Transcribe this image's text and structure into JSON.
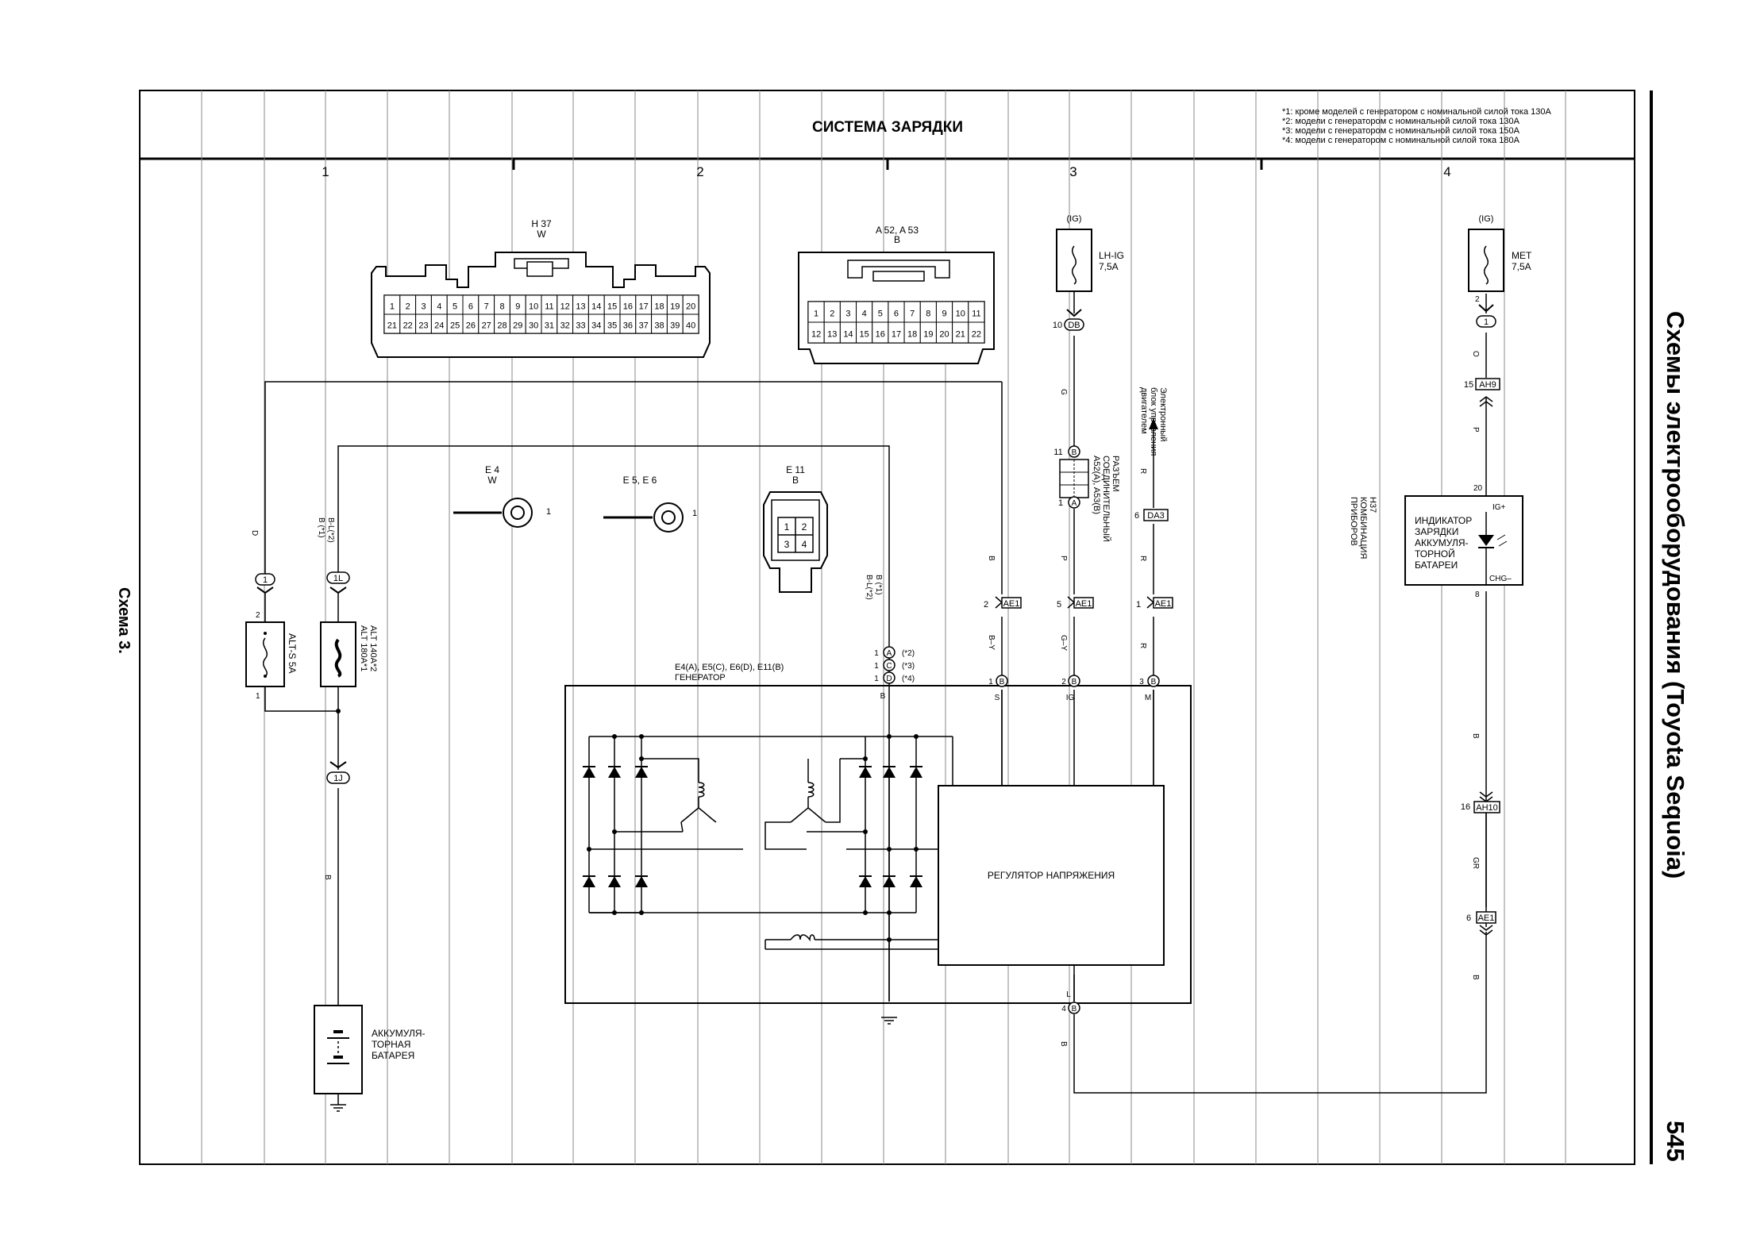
{
  "header": {
    "title": "СИСТЕМА ЗАРЯДКИ",
    "notes": [
      "*1: кроме моделей с генератором с номинальной силой тока 130A",
      "*2: модели с генератором с номинальной силой тока 130A",
      "*3: модели с генератором с номинальной силой тока 150A",
      "*4: модели с генератором с номинальной силой тока 180A"
    ],
    "columns": [
      "1",
      "2",
      "3",
      "4"
    ]
  },
  "side": {
    "book_title": "Схемы электрооборудования (Toyota Sequoia)",
    "page_number": "545",
    "scheme_label": "Схема 3."
  },
  "connectors": {
    "h37": {
      "name": "H 37",
      "color": "W",
      "pins_row1": [
        "1",
        "2",
        "3",
        "4",
        "5",
        "6",
        "7",
        "8",
        "9",
        "10",
        "11",
        "12",
        "13",
        "14",
        "15",
        "16",
        "17",
        "18",
        "19",
        "20"
      ],
      "pins_row2": [
        "21",
        "22",
        "23",
        "24",
        "25",
        "26",
        "27",
        "28",
        "29",
        "30",
        "31",
        "32",
        "33",
        "34",
        "35",
        "36",
        "37",
        "38",
        "39",
        "40"
      ]
    },
    "a52": {
      "name": "A 52, A 53",
      "color": "B",
      "pins_row1": [
        "1",
        "2",
        "3",
        "4",
        "5",
        "6",
        "7",
        "8",
        "9",
        "10",
        "11"
      ],
      "pins_row2": [
        "12",
        "13",
        "14",
        "15",
        "16",
        "17",
        "18",
        "19",
        "20",
        "21",
        "22"
      ]
    },
    "e4": {
      "name": "E 4",
      "color": "W",
      "pin": "1"
    },
    "e5": {
      "name": "E 5, E 6",
      "pin": "1"
    },
    "e11": {
      "name": "E 11",
      "color": "B",
      "pins": [
        "1",
        "2",
        "3",
        "4"
      ]
    }
  },
  "components": {
    "alts": "ALT-S 5A",
    "alt_main": [
      "ALT 180A*1",
      "ALT 140A*2"
    ],
    "battery": [
      "АККУМУЛЯ-",
      "ТОРНАЯ",
      "БАТАРЕЯ"
    ],
    "generator_title": [
      "E4(A), E5(C), E6(D), E11(B)",
      "ГЕНЕРАТОР"
    ],
    "regulator": "РЕГУЛЯТОР НАПРЯЖЕНИЯ",
    "lhig_ig": "(IG)",
    "lhig_name": [
      "LH-IG",
      "7,5A"
    ],
    "met_ig": "(IG)",
    "met_name": [
      "МЕТ",
      "7,5A"
    ],
    "joint_connector": [
      "A52(A), A53(B)",
      "СОЕДИНИТЕЛЬНЫЙ",
      "РАЗЪЕМ"
    ],
    "ecu": [
      "Электронный",
      "блок управления",
      "двигателем"
    ],
    "meter": [
      "H37",
      "КОМБИНАЦИЯ",
      "ПРИБОРОВ"
    ],
    "indicator": [
      "ИНДИКАТОР",
      "ЗАРЯДКИ",
      "АККУМУЛЯ-",
      "ТОРНОЙ",
      "БАТАРЕИ"
    ],
    "ig_plus": "IG+",
    "chg_minus": "CHG–"
  },
  "wire_labels": {
    "d": "D",
    "bl1": "B (*1)",
    "bl2": "B-L(*2)",
    "b": "B",
    "b_y": "B–Y",
    "g_y": "G–Y",
    "g": "G",
    "p": "P",
    "r": "R",
    "o": "O",
    "gr": "GR",
    "s": "S",
    "ig": "IG",
    "m": "M",
    "l": "L"
  },
  "terminals": {
    "t1a": "1",
    "t1l": "1L",
    "t1j": "1J",
    "t10": "10",
    "db": "DB",
    "t11b": "11",
    "t1b": "1",
    "t6": "6",
    "da3": "DA3",
    "t2": "2",
    "ae1": "AE1",
    "t5": "5",
    "t1ae": "1",
    "t15": "15",
    "ah9": "AH9",
    "t20": "20",
    "t8": "8",
    "t16": "16",
    "ah10": "AH10",
    "t6ae": "6",
    "t2top": "2",
    "t4": "4",
    "pA": "1",
    "pC": "1",
    "pD": "1",
    "nA": "(*2)",
    "nC": "(*3)",
    "nD": "(*4)",
    "sA": "A",
    "sC": "C",
    "sD": "D",
    "sB": "B",
    "g1": "1",
    "g2": "2",
    "g3": "3",
    "alt_2": "2",
    "alt_1": "1"
  }
}
